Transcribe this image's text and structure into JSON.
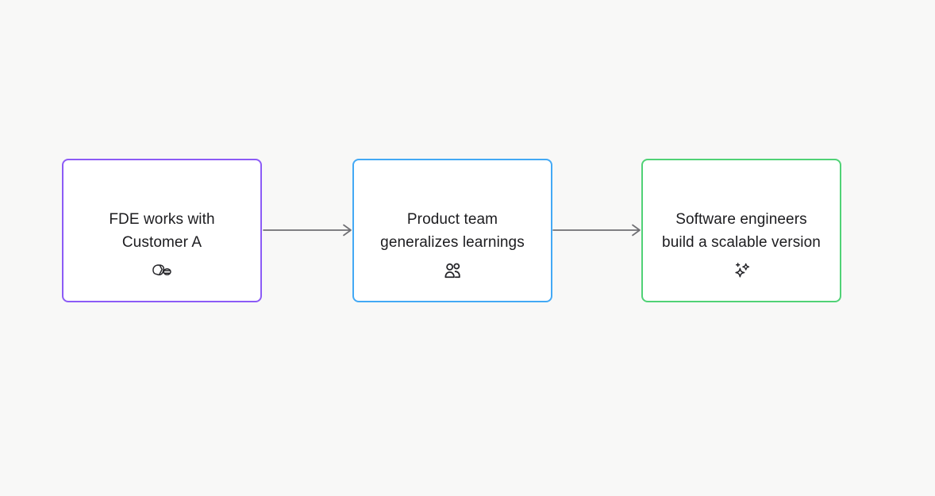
{
  "canvas": {
    "background_color": "#f8f8f7"
  },
  "diagram": {
    "node_background_color": "#ffffff",
    "text_color": "#1c1c1f",
    "icon_color": "#26262a",
    "arrow_color": "#6f6f73",
    "nodes": [
      {
        "id": "fde-customer",
        "lines": [
          "FDE works with",
          "Customer A"
        ],
        "icon": "handshake-icon",
        "border_color": "#8c5bf6"
      },
      {
        "id": "product-team",
        "lines": [
          "Product team",
          "generalizes learnings"
        ],
        "icon": "users-icon",
        "border_color": "#43a9f5"
      },
      {
        "id": "software-engineers",
        "lines": [
          "Software engineers",
          "build a scalable version"
        ],
        "icon": "sparkles-icon",
        "border_color": "#50d276"
      }
    ],
    "connectors": [
      {
        "from": "fde-customer",
        "to": "product-team"
      },
      {
        "from": "product-team",
        "to": "software-engineers"
      }
    ]
  }
}
